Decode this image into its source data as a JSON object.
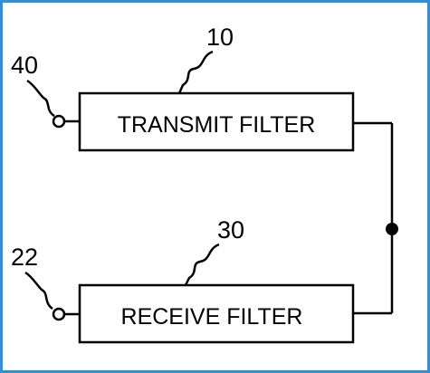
{
  "diagram": {
    "blocks": {
      "transmit": {
        "label": "TRANSMIT FILTER",
        "ref": "10"
      },
      "receive": {
        "label": "RECEIVE FILTER",
        "ref": "30"
      }
    },
    "terminals": {
      "transmit_port": {
        "ref": "40"
      },
      "receive_port": {
        "ref": "22"
      }
    },
    "colors": {
      "frame": "#2f8fd8",
      "lines": "#000000"
    }
  }
}
